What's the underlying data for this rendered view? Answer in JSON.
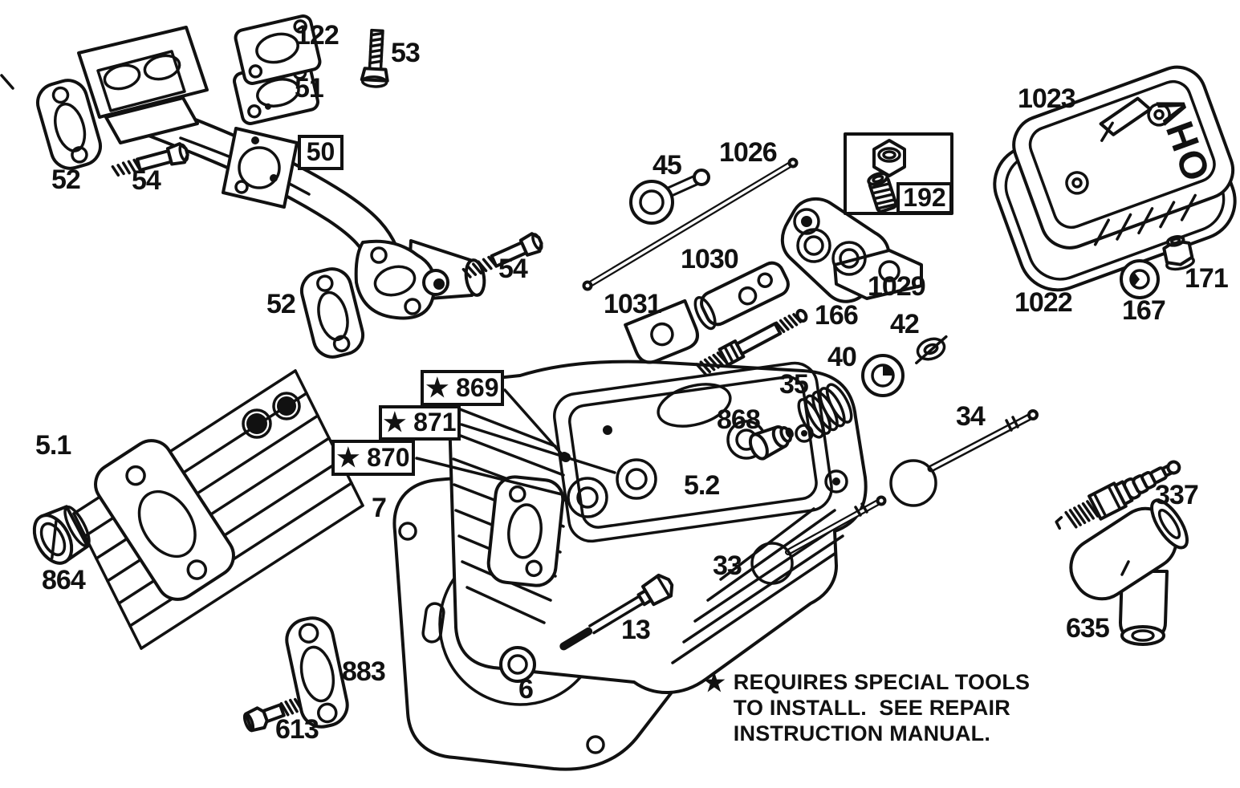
{
  "page": {
    "background": "#ffffff",
    "ink": "#111111"
  },
  "labels": {
    "p122": "122",
    "p53": "53",
    "p51": "51",
    "p50": "50",
    "p52a": "52",
    "p54a": "54",
    "p52b": "52",
    "p54b": "54",
    "p45": "45",
    "p1026": "1026",
    "p1030": "1030",
    "p1031": "1031",
    "p1029": "1029",
    "p192": "192",
    "p166": "166",
    "p42": "42",
    "p40": "40",
    "p35": "35",
    "p868": "868",
    "p34": "34",
    "p1023": "1023",
    "p1022": "1022",
    "p167": "167",
    "p171": "171",
    "p5_1": "5.1",
    "p864": "864",
    "p869": "★ 869",
    "p871": "★ 871",
    "p870": "★ 870",
    "p7": "7",
    "p5_2": "5.2",
    "p33": "33",
    "p337": "337",
    "p635": "635",
    "p13": "13",
    "p883": "883",
    "p6": "6",
    "p613": "613"
  },
  "cover_text": "OHV",
  "legend": {
    "star": "★",
    "lines": [
      "REQUIRES SPECIAL TOOLS",
      "TO INSTALL.  SEE REPAIR",
      "INSTRUCTION MANUAL."
    ]
  }
}
